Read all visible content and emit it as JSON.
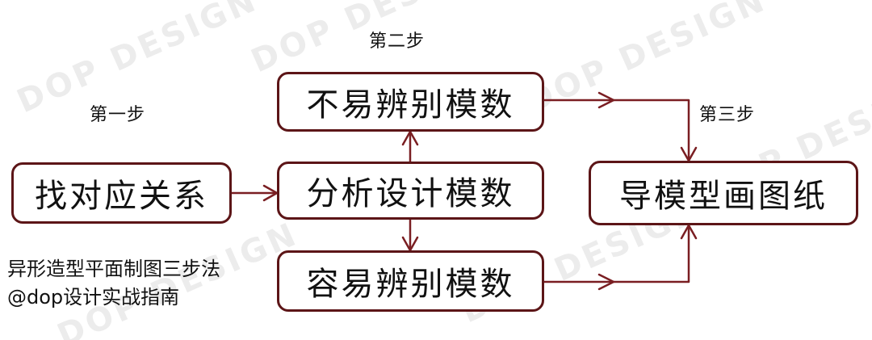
{
  "steps": {
    "step1": "第一步",
    "step2": "第二步",
    "step3": "第三步"
  },
  "boxes": {
    "find": "找对应关系",
    "analyze": "分析设计模数",
    "hard": "不易辨别模数",
    "easy": "容易辨别模数",
    "draw": "导模型画图纸"
  },
  "caption": {
    "line1": "异形造型平面制图三步法",
    "line2": "@dop设计实战指南"
  },
  "watermark": "DOP DESIGN",
  "colors": {
    "box_border": "#5c1517",
    "arrow": "#7a1e22",
    "text": "#111111",
    "watermark": "#ececec"
  }
}
